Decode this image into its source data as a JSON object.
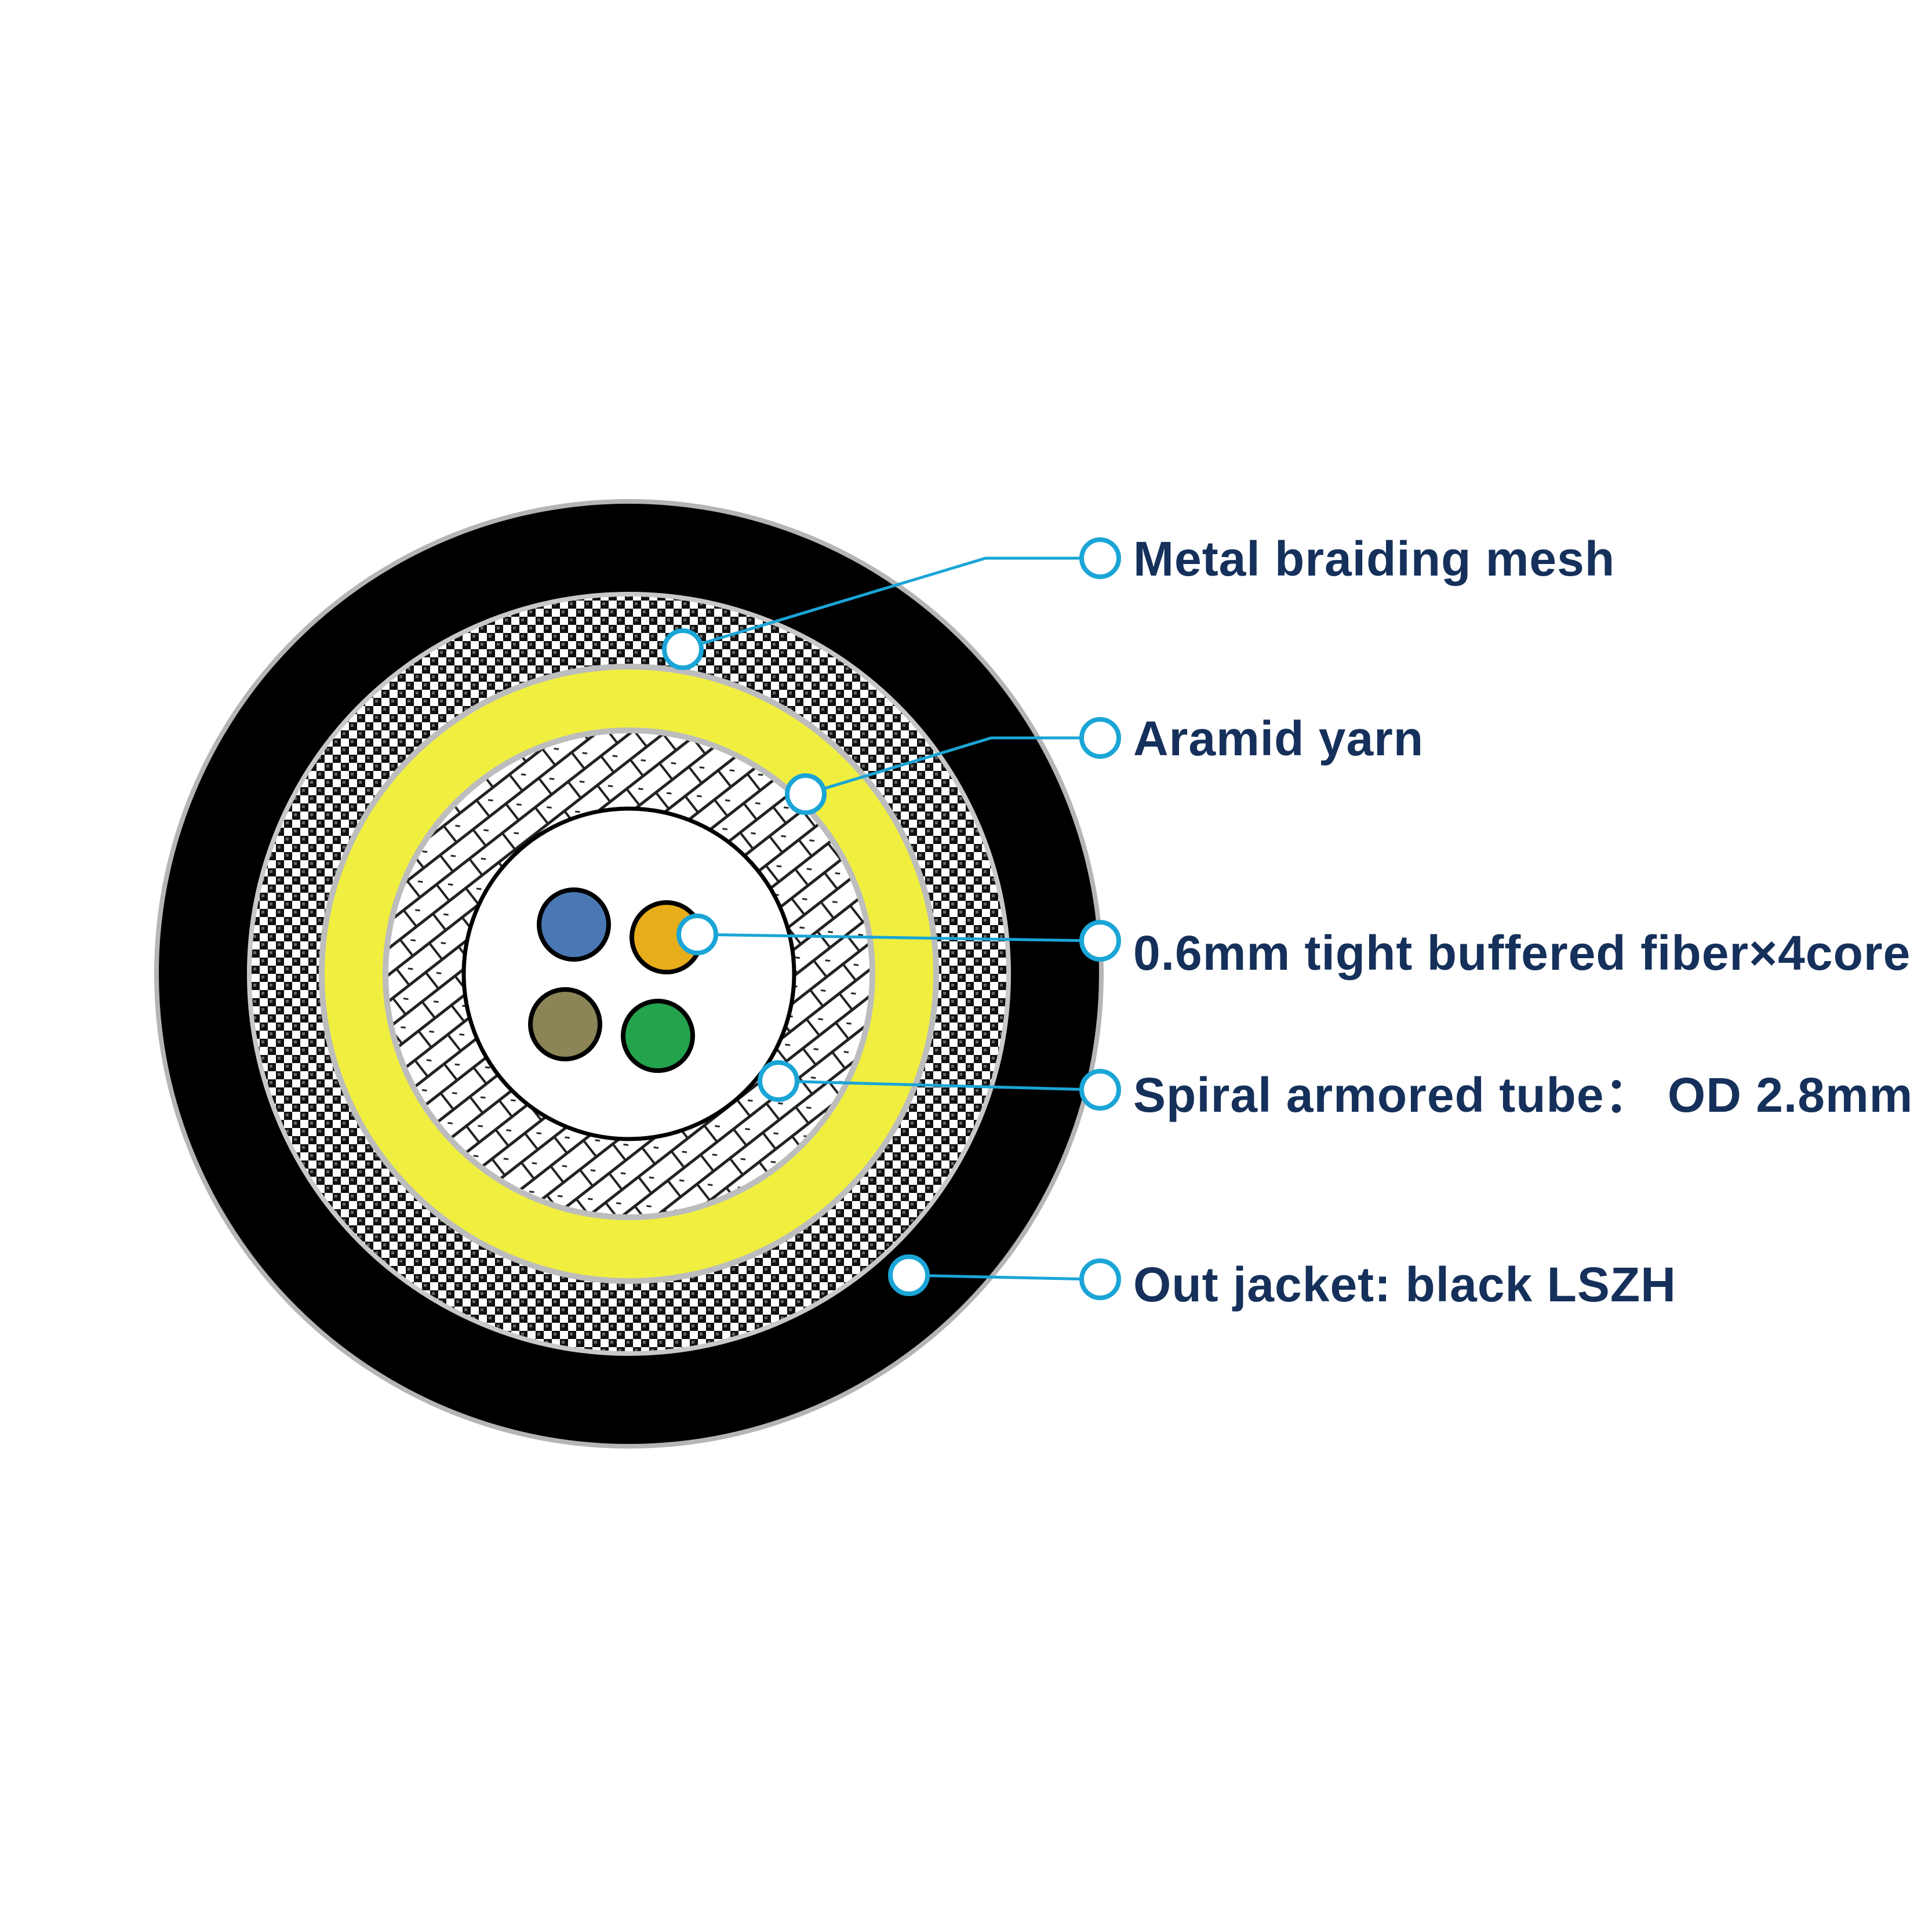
{
  "colors": {
    "background": "#ffffff",
    "jacket": "#000000",
    "jacket_edge": "#b5b5b5",
    "braid_dark": "#111111",
    "braid_light": "#ffffff",
    "aramid": "#f0ef3f",
    "aramid_edge": "#bdbdbd",
    "spiral_armor": "#222222",
    "fiber_blue": "#4a78b4",
    "fiber_orange": "#e8ad1a",
    "fiber_olive": "#8a8457",
    "fiber_green": "#23a34c",
    "callout_line": "#1aa5d6",
    "label_text": "#15305a"
  },
  "callouts": [
    {
      "id": "metal-braiding-mesh",
      "label": "Metal braiding mesh"
    },
    {
      "id": "aramid-yarn",
      "label": "Aramid yarn"
    },
    {
      "id": "tight-buffered-fiber",
      "label": "0.6mm tight buffered fiber×4core"
    },
    {
      "id": "spiral-armored-tube",
      "label": "Spiral armored tube：  OD 2.8mm"
    },
    {
      "id": "out-jacket",
      "label": "Out jacket: black LSZH"
    }
  ]
}
